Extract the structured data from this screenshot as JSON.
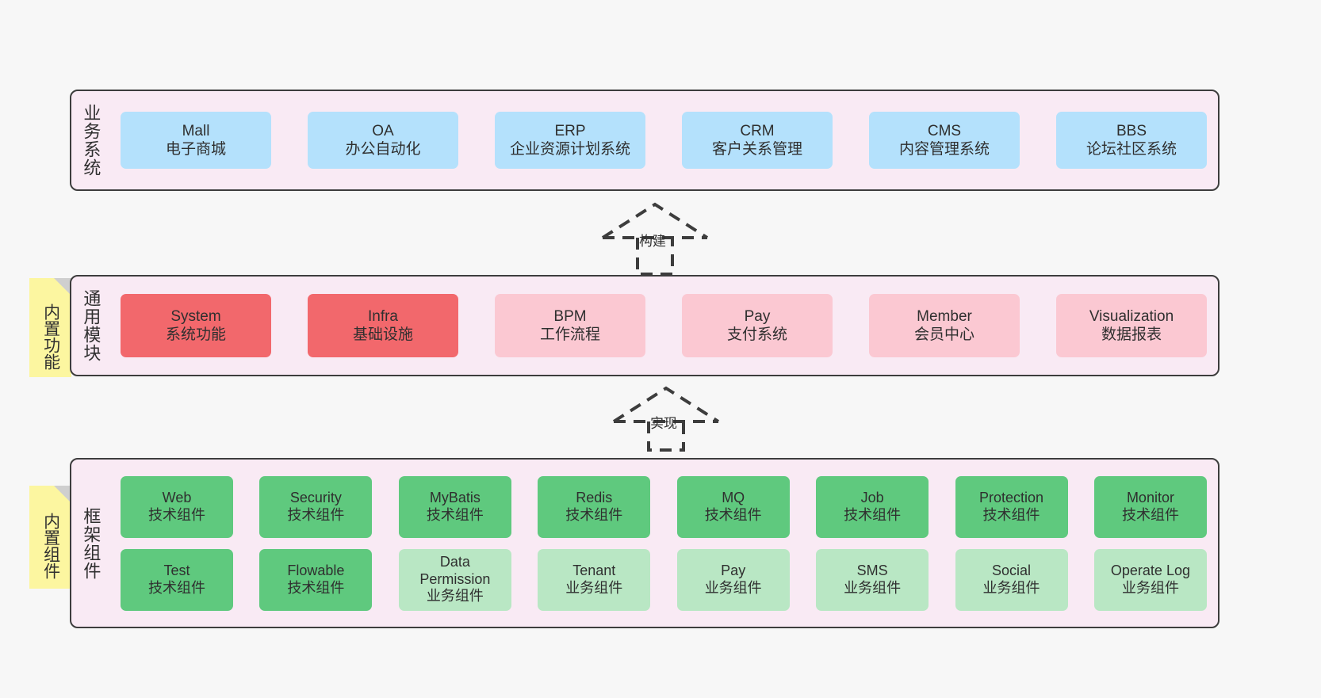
{
  "diagram": {
    "background_color": "#f7f7f7",
    "panel_color": "#f9eaf4",
    "panel_border_color": "#3d3d3d"
  },
  "sticky_notes": [
    {
      "name": "builtin-function",
      "label": "内置功能",
      "color": "#fcf6a0"
    },
    {
      "name": "builtin-component",
      "label": "内置组件",
      "color": "#fcf6a0"
    }
  ],
  "connectors": [
    {
      "name": "build-arrow",
      "label": "构建",
      "style": "dashed-hollow-generalization",
      "direction": "up"
    },
    {
      "name": "implement-arrow",
      "label": "实现",
      "style": "dashed-hollow-generalization",
      "direction": "up"
    }
  ],
  "layers": [
    {
      "id": "business",
      "title": "业务系统",
      "rows": [
        {
          "nodes": [
            {
              "title": "Mall",
              "sub": "电子商城",
              "color": "#b4e1fc",
              "style": "blue"
            },
            {
              "title": "OA",
              "sub": "办公自动化",
              "color": "#b4e1fc",
              "style": "blue"
            },
            {
              "title": "ERP",
              "sub": "企业资源计划系统",
              "color": "#b4e1fc",
              "style": "blue"
            },
            {
              "title": "CRM",
              "sub": "客户关系管理",
              "color": "#b4e1fc",
              "style": "blue"
            },
            {
              "title": "CMS",
              "sub": "内容管理系统",
              "color": "#b4e1fc",
              "style": "blue"
            },
            {
              "title": "BBS",
              "sub": "论坛社区系统",
              "color": "#b4e1fc",
              "style": "blue"
            }
          ]
        }
      ]
    },
    {
      "id": "common",
      "title": "通用模块",
      "rows": [
        {
          "nodes": [
            {
              "title": "System",
              "sub": "系统功能",
              "color": "#f2686c",
              "style": "red"
            },
            {
              "title": "Infra",
              "sub": "基础设施",
              "color": "#f2686c",
              "style": "red"
            },
            {
              "title": "BPM",
              "sub": "工作流程",
              "color": "#fbc8d2",
              "style": "pinklight"
            },
            {
              "title": "Pay",
              "sub": "支付系统",
              "color": "#fbc8d2",
              "style": "pinklight"
            },
            {
              "title": "Member",
              "sub": "会员中心",
              "color": "#fbc8d2",
              "style": "pinklight"
            },
            {
              "title": "Visualization",
              "sub": "数据报表",
              "color": "#fbc8d2",
              "style": "pinklight"
            }
          ]
        }
      ]
    },
    {
      "id": "framework",
      "title": "框架组件",
      "rows": [
        {
          "nodes": [
            {
              "title": "Web",
              "sub": "技术组件",
              "color": "#5fc97e",
              "style": "greendark"
            },
            {
              "title": "Security",
              "sub": "技术组件",
              "color": "#5fc97e",
              "style": "greendark"
            },
            {
              "title": "MyBatis",
              "sub": "技术组件",
              "color": "#5fc97e",
              "style": "greendark"
            },
            {
              "title": "Redis",
              "sub": "技术组件",
              "color": "#5fc97e",
              "style": "greendark"
            },
            {
              "title": "MQ",
              "sub": "技术组件",
              "color": "#5fc97e",
              "style": "greendark"
            },
            {
              "title": "Job",
              "sub": "技术组件",
              "color": "#5fc97e",
              "style": "greendark"
            },
            {
              "title": "Protection",
              "sub": "技术组件",
              "color": "#5fc97e",
              "style": "greendark"
            },
            {
              "title": "Monitor",
              "sub": "技术组件",
              "color": "#5fc97e",
              "style": "greendark"
            }
          ]
        },
        {
          "nodes": [
            {
              "title": "Test",
              "sub": "技术组件",
              "color": "#5fc97e",
              "style": "greendark"
            },
            {
              "title": "Flowable",
              "sub": "技术组件",
              "color": "#5fc97e",
              "style": "greendark"
            },
            {
              "title": "Data Permission",
              "sub": "业务组件",
              "color": "#b9e7c4",
              "style": "greenlight"
            },
            {
              "title": "Tenant",
              "sub": "业务组件",
              "color": "#b9e7c4",
              "style": "greenlight"
            },
            {
              "title": "Pay",
              "sub": "业务组件",
              "color": "#b9e7c4",
              "style": "greenlight"
            },
            {
              "title": "SMS",
              "sub": "业务组件",
              "color": "#b9e7c4",
              "style": "greenlight"
            },
            {
              "title": "Social",
              "sub": "业务组件",
              "color": "#b9e7c4",
              "style": "greenlight"
            },
            {
              "title": "Operate Log",
              "sub": "业务组件",
              "color": "#b9e7c4",
              "style": "greenlight"
            }
          ]
        }
      ]
    }
  ]
}
